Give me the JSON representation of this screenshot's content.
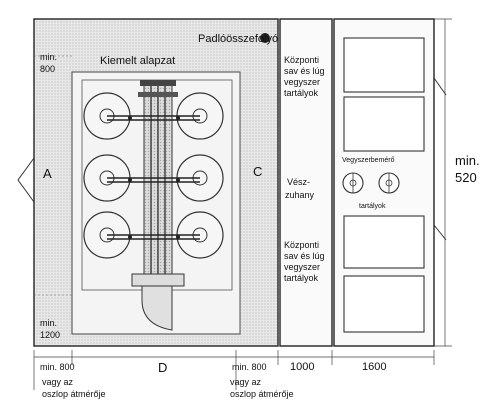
{
  "labels": {
    "floor_drain": "Padlóösszefolyó",
    "raised_base": "Kiemelt alapzat",
    "min_800_top_a": "min.",
    "min_800_top_b": "800",
    "min_1200_a": "min.",
    "min_1200_b": "1200",
    "label_a": "A",
    "label_c": "C",
    "label_d": "D",
    "min_520_a": "min.",
    "min_520_b": "520",
    "central_tanks_top": [
      "Központi",
      "sav és lúg",
      "vegyszer",
      "tartályok"
    ],
    "emergency_shower": [
      "Vész-",
      "zuhany"
    ],
    "dosing_tanks_top": "Vegyszerbemérő",
    "dosing_tanks_bottom": "tartályok",
    "central_tanks_bottom": [
      "Központi",
      "sav és lúg",
      "vegyszer",
      "tartályok"
    ],
    "dim_min_800_left": "min. 800",
    "dim_min_800_right": "min. 800",
    "dim_1000": "1000",
    "dim_1600": "1600",
    "note_left": [
      "vagy az",
      "oszlop átmérője"
    ],
    "note_right": [
      "vagy az",
      "oszlop átmérője"
    ]
  }
}
